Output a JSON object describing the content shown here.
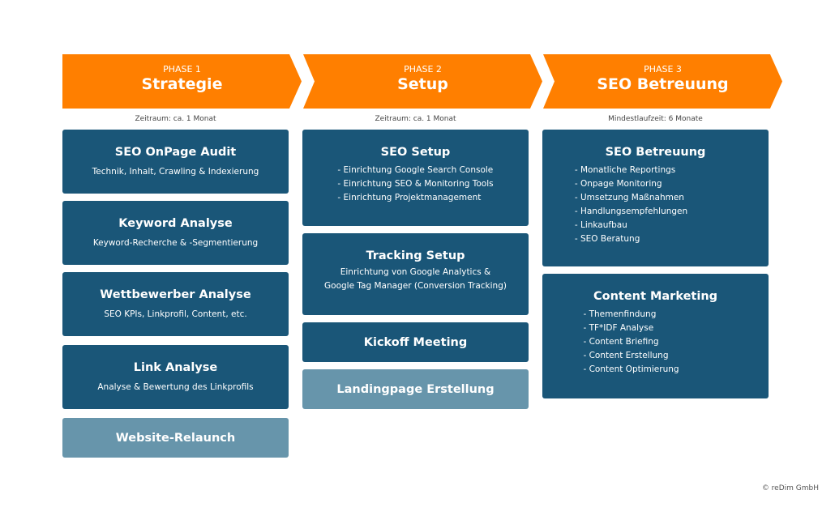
{
  "phases": [
    {
      "num": "PHASE 1",
      "title": "Strategie",
      "period": "Zeitraum: ca. 1 Monat",
      "boxes": [
        {
          "title": "SEO OnPage Audit",
          "sub": "Technik, Inhalt, Crawling & Indexierung"
        },
        {
          "title": "Keyword Analyse",
          "sub": "Keyword-Recherche & -Segmentierung"
        },
        {
          "title": "Wettbewerber Analyse",
          "sub": "SEO KPIs, Linkprofil, Content, etc."
        },
        {
          "title": "Link Analyse",
          "sub": "Analyse & Bewertung des Linkprofils"
        },
        {
          "title": "Website-Relaunch"
        }
      ]
    },
    {
      "num": "PHASE 2",
      "title": "Setup",
      "period": "Zeitraum: ca. 1 Monat",
      "boxes": [
        {
          "title": "SEO Setup",
          "items": [
            "- Einrichtung Google Search Console",
            "- Einrichtung SEO & Monitoring Tools",
            "- Einrichtung Projektmanagement"
          ]
        },
        {
          "title": "Tracking Setup",
          "sub1": "Einrichtung von Google Analytics &",
          "sub2": "Google Tag Manager (Conversion Tracking)"
        },
        {
          "title": "Kickoff Meeting"
        },
        {
          "title": "Landingpage Erstellung"
        }
      ]
    },
    {
      "num": "PHASE 3",
      "title": "SEO Betreuung",
      "period": "Mindestlaufzeit: 6 Monate",
      "boxes": [
        {
          "title": "SEO Betreuung",
          "items": [
            "- Monatliche Reportings",
            "- Onpage Monitoring",
            "- Umsetzung Maßnahmen",
            "- Handlungsempfehlungen",
            "- Linkaufbau",
            "- SEO Beratung"
          ]
        },
        {
          "title": "Content Marketing",
          "items": [
            "- Themenfindung",
            "- TF*IDF Analyse",
            "- Content Briefing",
            "- Content Erstellung",
            "- Content Optimierung"
          ]
        }
      ]
    }
  ],
  "copyright": "© reDim GmbH",
  "colors": {
    "orange": "#FF7F00",
    "dark_blue": "#1A5678",
    "light_blue": "#6795AB"
  }
}
